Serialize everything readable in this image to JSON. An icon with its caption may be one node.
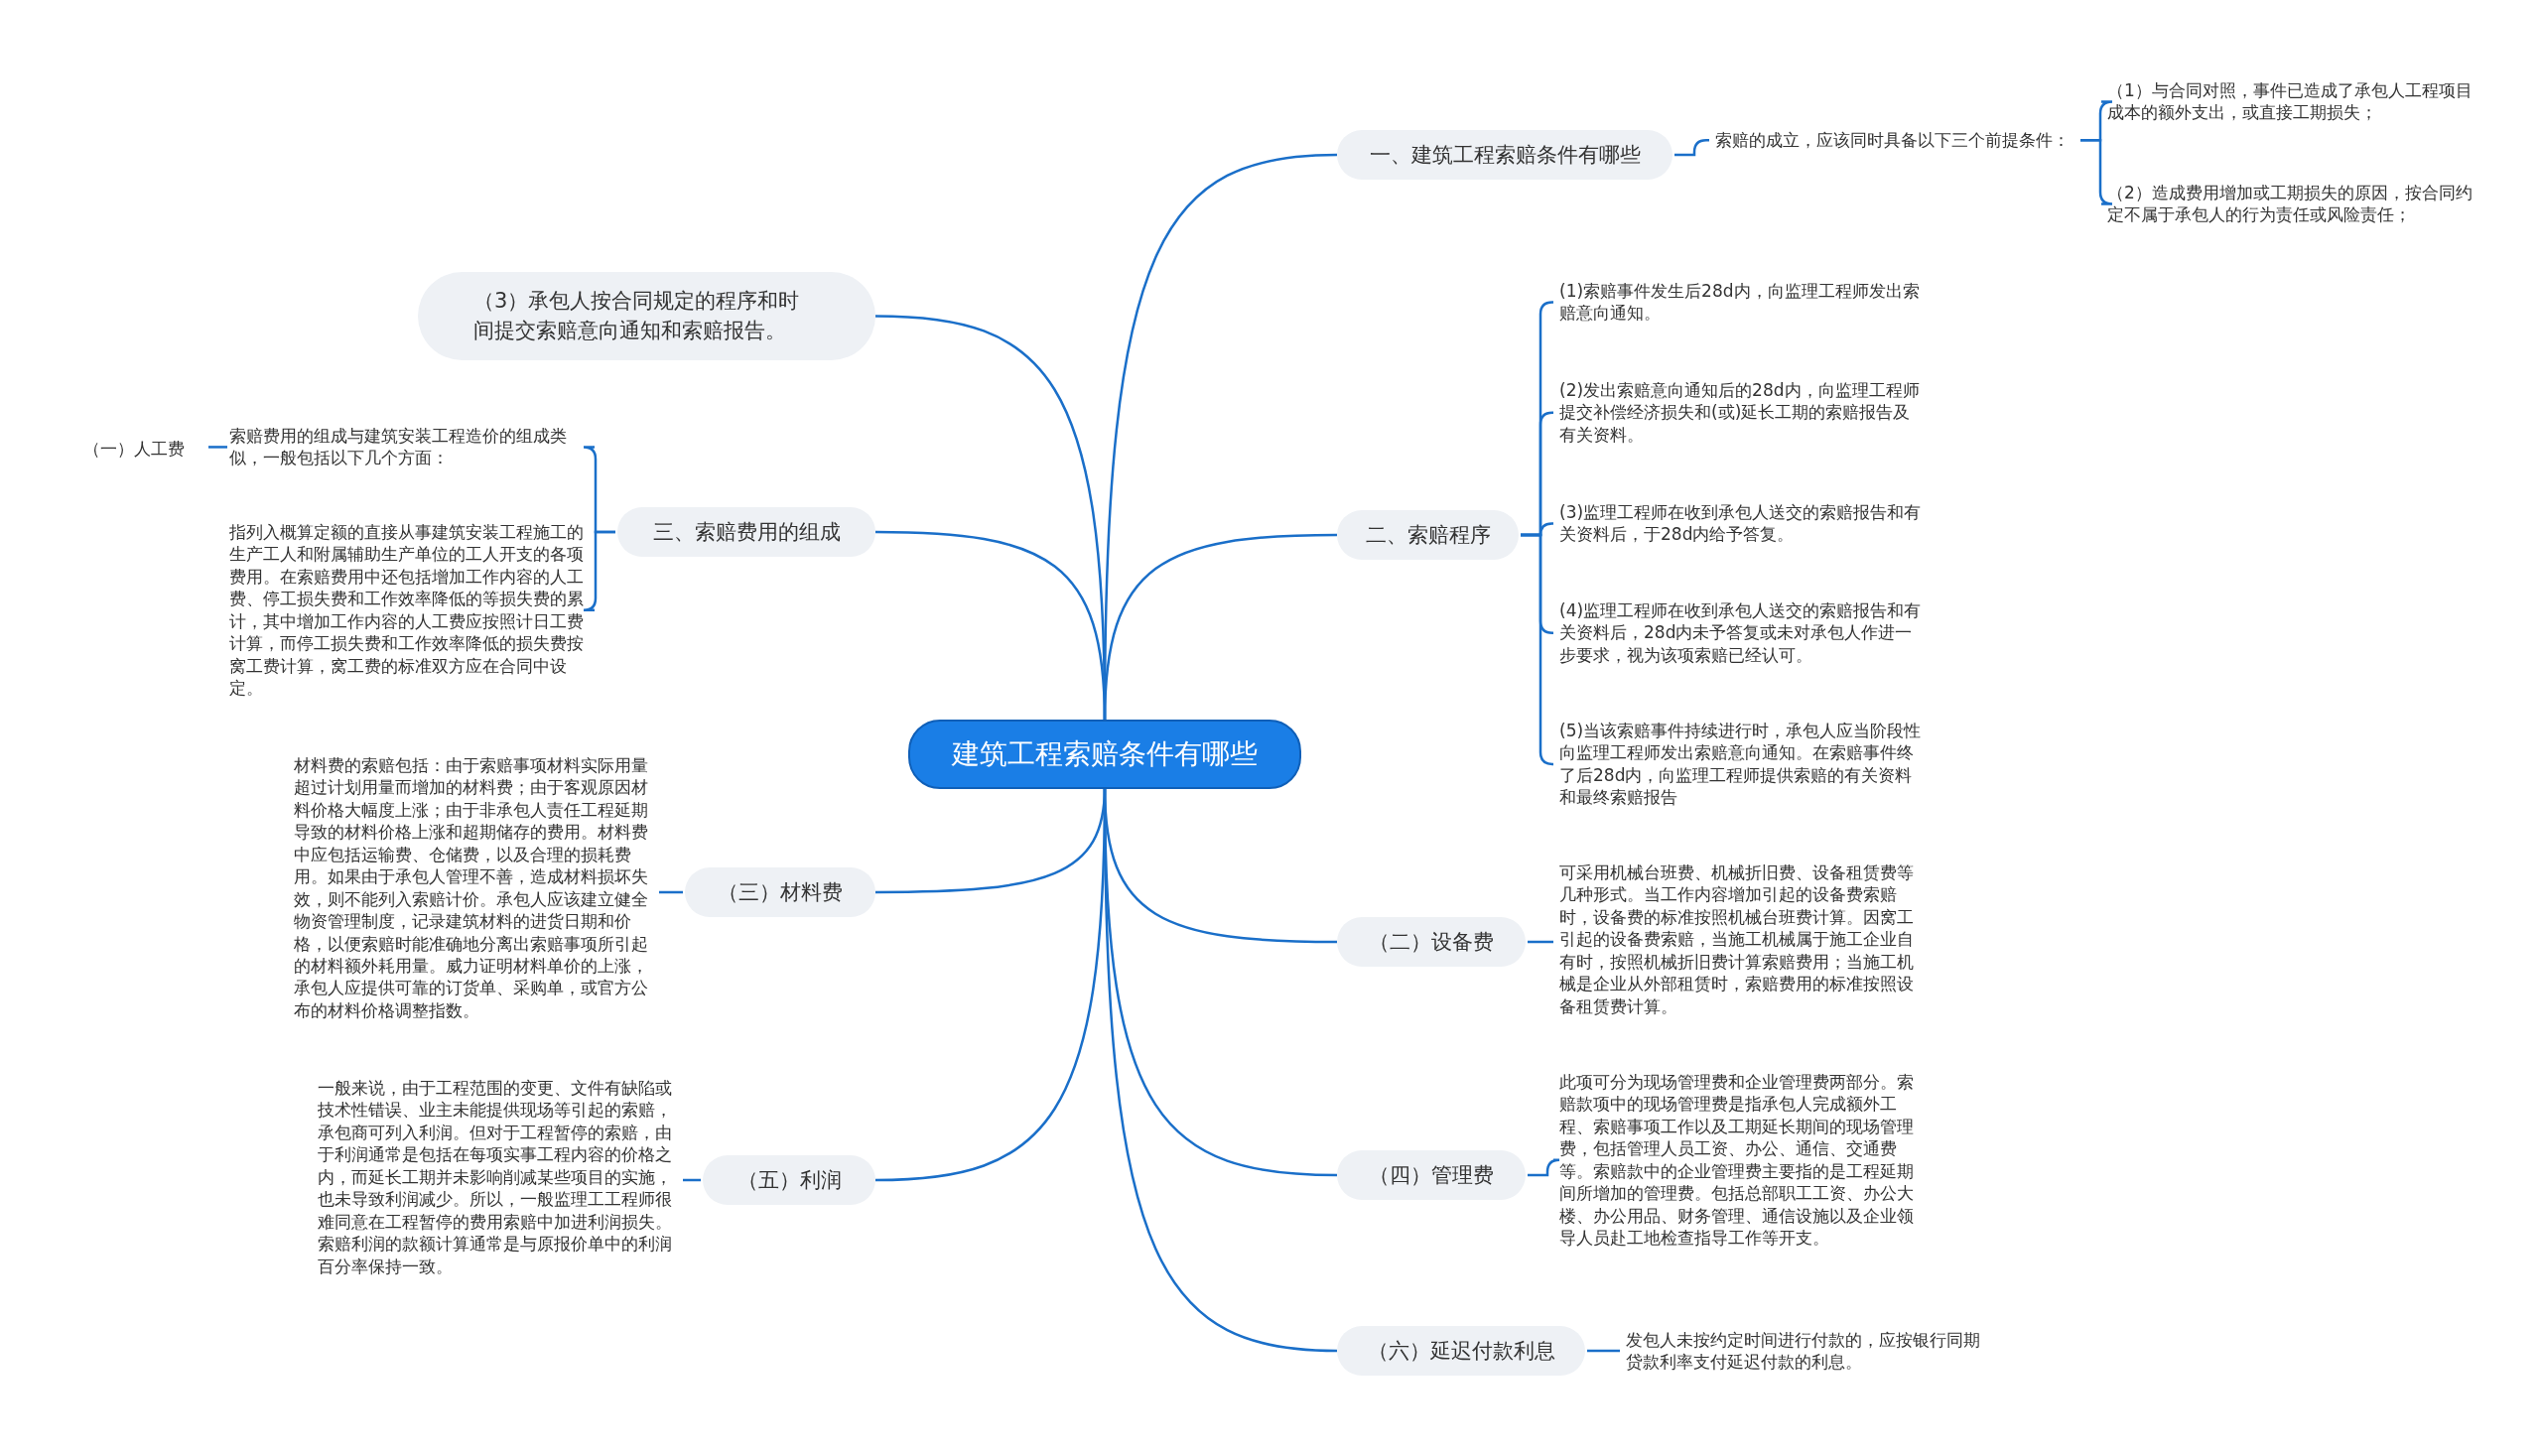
{
  "diagram": {
    "nodes": [
      {
        "text": [
          "建筑工程索赔条件有哪些"
        ]
      },
      {
        "text": [
          "一、建筑工程索赔条件有哪些"
        ]
      },
      {
        "text": [
          "索赔的成立，应该同时具备以下三个前提条件："
        ]
      },
      {
        "text": [
          "（1）与合同对照，事件已造成了承包人工程项目成本的额外支出，或直接工期损失；"
        ]
      },
      {
        "text": [
          "（2）造成费用增加或工期损失的原因，按合同约定不属于承包人的行为责任或风险责任；"
        ]
      },
      {
        "text": [
          "二、索赔程序"
        ]
      },
      {
        "text": [
          "(1)索赔事件发生后28d内，向监理工程师发出索赔意向通知。"
        ]
      },
      {
        "text": [
          "(2)发出索赔意向通知后的28d内，向监理工程师提交补偿经济损失和(或)延长工期的索赔报告及有关资料。"
        ]
      },
      {
        "text": [
          "(3)监理工程师在收到承包人送交的索赔报告和有关资料后，于28d内给予答复。"
        ]
      },
      {
        "text": [
          "(4)监理工程师在收到承包人送交的索赔报告和有关资料后，28d内未予答复或未对承包人作进一步要求，视为该项索赔已经认可。"
        ]
      },
      {
        "text": [
          "(5)当该索赔事件持续进行时，承包人应当阶段性向监理工程师发出索赔意向通知。在索赔事件终了后28d内，向监理工程师提供索赔的有关资料和最终索赔报告"
        ]
      },
      {
        "text": [
          "（二）设备费"
        ]
      },
      {
        "text": [
          "可采用机械台班费、机械折旧费、设备租赁费等几种形式。当工作内容增加引起的设备费索赔时，设备费的标准按照机械台班费计算。因窝工引起的设备费索赔，当施工机械属于施工企业自有时，按照机械折旧费计算索赔费用；当施工机械是企业从外部租赁时，索赔费用的标准按照设备租赁费计算。"
        ]
      },
      {
        "text": [
          "（四）管理费"
        ]
      },
      {
        "text": [
          "此项可分为现场管理费和企业管理费两部分。索赔款项中的现场管理费是指承包人完成额外工程、索赔事项工作以及工期延长期间的现场管理费，包括管理人员工资、办公、通信、交通费等。索赔款中的企业管理费主要指的是工程延期间所增加的管理费。包括总部职工工资、办公大楼、办公用品、财务管理、通信设施以及企业领导人员赴工地检查指导工作等开支。"
        ]
      },
      {
        "text": [
          "（六）延迟付款利息"
        ]
      },
      {
        "text": [
          "发包人未按约定时间进行付款的，应按银行同期贷款利率支付延迟付款的利息。"
        ]
      },
      {
        "text": [
          "（3）承包人按合同规定的程序和时间提交索赔意向通知和索赔报告。"
        ]
      },
      {
        "text": [
          "三、索赔费用的组成"
        ]
      },
      {
        "text": [
          "索赔费用的组成与建筑安装工程造价的组成类似，一般包括以下几个方面："
        ]
      },
      {
        "text": [
          "（一）人工费"
        ]
      },
      {
        "text": [
          "指列入概算定额的直接从事建筑安装工程施工的生产工人和附属辅助生产单位的工人开支的各项费用。在索赔费用中还包括增加工作内容的人工费、停工损失费和工作效率降低的等损失费的累计，其中增加工作内容的人工费应按照计日工费计算，而停工损失费和工作效率降低的损失费按窝工费计算，窝工费的标准双方应在合同中设定。"
        ]
      },
      {
        "text": [
          "（三）材料费"
        ]
      },
      {
        "text": [
          "材料费的索赔包括：由于索赔事项材料实际用量超过计划用量而增加的材料费；由于客观原因材料价格大幅度上涨；由于非承包人责任工程延期导致的材料价格上涨和超期储存的费用。材料费中应包括运输费、仓储费，以及合理的损耗费用。如果由于承包人管理不善，造成材料损坏失效，则不能列入索赔计价。承包人应该建立健全物资管理制度，记录建筑材料的进货日期和价格，以便索赔时能准确地分离出索赔事项所引起的材料额外耗用量。威力证明材料单价的上涨，承包人应提供可靠的订货单、采购单，或官方公布的材料价格调整指数。"
        ]
      },
      {
        "text": [
          "（五）利润"
        ]
      },
      {
        "text": [
          "一般来说，由于工程范围的变更、文件有缺陷或技术性错误、业主未能提供现场等引起的索赔，承包商可列入利润。但对于工程暂停的索赔，由于利润通常是包括在每项实事工程内容的价格之内，而延长工期并未影响削减某些项目的实施，也未导致利润减少。所以，一般监理工工程师很难同意在工程暂停的费用索赔中加进利润损失。索赔利润的款额计算通常是与原报价单中的利润百分率保持一致。"
        ]
      }
    ],
    "edges": [
      {
        "from": 0,
        "to": 1,
        "arrow": "none"
      },
      {
        "from": 1,
        "to": 2,
        "arrow": "none"
      },
      {
        "from": 2,
        "to": 3,
        "arrow": "none"
      },
      {
        "from": 2,
        "to": 4,
        "arrow": "none"
      },
      {
        "from": 0,
        "to": 5,
        "arrow": "none"
      },
      {
        "from": 5,
        "to": 6,
        "arrow": "none"
      },
      {
        "from": 5,
        "to": 7,
        "arrow": "none"
      },
      {
        "from": 5,
        "to": 8,
        "arrow": "none"
      },
      {
        "from": 5,
        "to": 9,
        "arrow": "none"
      },
      {
        "from": 5,
        "to": 10,
        "arrow": "none"
      },
      {
        "from": 0,
        "to": 11,
        "arrow": "none"
      },
      {
        "from": 11,
        "to": 12,
        "arrow": "none"
      },
      {
        "from": 0,
        "to": 13,
        "arrow": "none"
      },
      {
        "from": 13,
        "to": 14,
        "arrow": "none"
      },
      {
        "from": 0,
        "to": 15,
        "arrow": "none"
      },
      {
        "from": 15,
        "to": 16,
        "arrow": "none"
      },
      {
        "from": 0,
        "to": 17,
        "arrow": "none"
      },
      {
        "from": 0,
        "to": 18,
        "arrow": "none"
      },
      {
        "from": 18,
        "to": 19,
        "arrow": "none"
      },
      {
        "from": 19,
        "to": 20,
        "arrow": "none"
      },
      {
        "from": 18,
        "to": 21,
        "arrow": "none"
      },
      {
        "from": 0,
        "to": 22,
        "arrow": "none"
      },
      {
        "from": 22,
        "to": 23,
        "arrow": "none"
      },
      {
        "from": 0,
        "to": 24,
        "arrow": "none"
      },
      {
        "from": 24,
        "to": 25,
        "arrow": "none"
      }
    ]
  }
}
